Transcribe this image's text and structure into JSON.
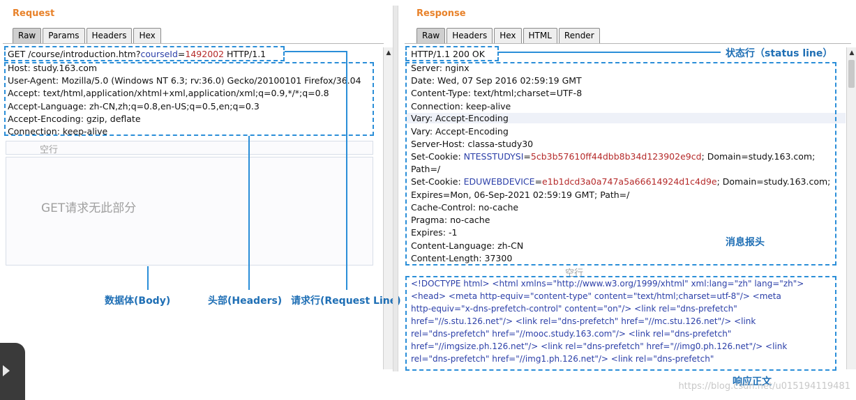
{
  "request": {
    "title": "Request",
    "tabs": [
      "Raw",
      "Params",
      "Headers",
      "Hex"
    ],
    "request_line": {
      "prefix": "GET /course/introduction.htm?",
      "param": "courseId",
      "eq": "=",
      "value": "1492002",
      "suffix": " HTTP/1.1"
    },
    "headers": [
      "Host: study.163.com",
      "User-Agent: Mozilla/5.0 (Windows NT 6.3; rv:36.0) Gecko/20100101 Firefox/36.04",
      "Accept: text/html,application/xhtml+xml,application/xml;q=0.9,*/*;q=0.8",
      "Accept-Language: zh-CN,zh;q=0.8,en-US;q=0.5,en;q=0.3",
      "Accept-Encoding: gzip, deflate",
      "Connection: keep-alive"
    ],
    "empty_line_label": "空行",
    "no_body_label": "GET请求无此部分"
  },
  "response": {
    "title": "Response",
    "tabs": [
      "Raw",
      "Headers",
      "Hex",
      "HTML",
      "Render"
    ],
    "status_line": "HTTP/1.1 200 OK",
    "headers": [
      "Server: nginx",
      "Date: Wed, 07 Sep 2016 02:59:19 GMT",
      "Content-Type: text/html;charset=UTF-8",
      "Connection: keep-alive",
      "Vary: Accept-Encoding",
      "Vary: Accept-Encoding",
      "Server-Host: classa-study30"
    ],
    "cookie1": {
      "prefix": "Set-Cookie: ",
      "name": "NTESSTUDYSI",
      "eq": "=",
      "value": "5cb3b57610ff44dbb8b34d123902e9cd",
      "suffix": "; Domain=study.163.com;"
    },
    "cookie1_cont": "Path=/",
    "cookie2": {
      "prefix": "Set-Cookie: ",
      "name": "EDUWEBDEVICE",
      "eq": "=",
      "value": "e1b1dcd3a0a747a5a66614924d1c4d9e",
      "suffix": "; Domain=study.163.com;"
    },
    "headers_tail": [
      "Expires=Mon, 06-Sep-2021 02:59:19 GMT; Path=/",
      "Cache-Control: no-cache",
      "Pragma: no-cache",
      "Expires: -1",
      "Content-Language: zh-CN",
      "Content-Length: 37300"
    ],
    "empty_line_label": "空行",
    "body_lines": [
      "<!DOCTYPE html>   <html xmlns=\"http://www.w3.org/1999/xhtml\" xml:lang=\"zh\" lang=\"zh\">",
      "<head>  <meta http-equiv=\"content-type\" content=\"text/html;charset=utf-8\"/>  <meta",
      "http-equiv=\"x-dns-prefetch-control\" content=\"on\"/>  <link rel=\"dns-prefetch\"",
      "href=\"//s.stu.126.net\"/>  <link rel=\"dns-prefetch\" href=\"//mc.stu.126.net\"/>  <link",
      "rel=\"dns-prefetch\" href=\"//mooc.study.163.com\"/>  <link rel=\"dns-prefetch\"",
      "href=\"//imgsize.ph.126.net\"/>  <link rel=\"dns-prefetch\" href=\"//img0.ph.126.net\"/>  <link",
      "rel=\"dns-prefetch\" href=\"//img1.ph.126.net\"/>  <link rel=\"dns-prefetch\""
    ]
  },
  "annotations": {
    "status_line": "状态行（status line）",
    "message_headers": "消息报头",
    "response_body": "响应正文",
    "body": "数据体(Body)",
    "headers": "头部(Headers)",
    "request_line": "请求行(Request Line)"
  },
  "watermark": "https://blog.csdn.net/u015194119481",
  "colors": {
    "accent_title": "#e8822a",
    "annotation": "#2a8ed8",
    "param": "#2b3fa8",
    "value": "#b52a2a"
  }
}
